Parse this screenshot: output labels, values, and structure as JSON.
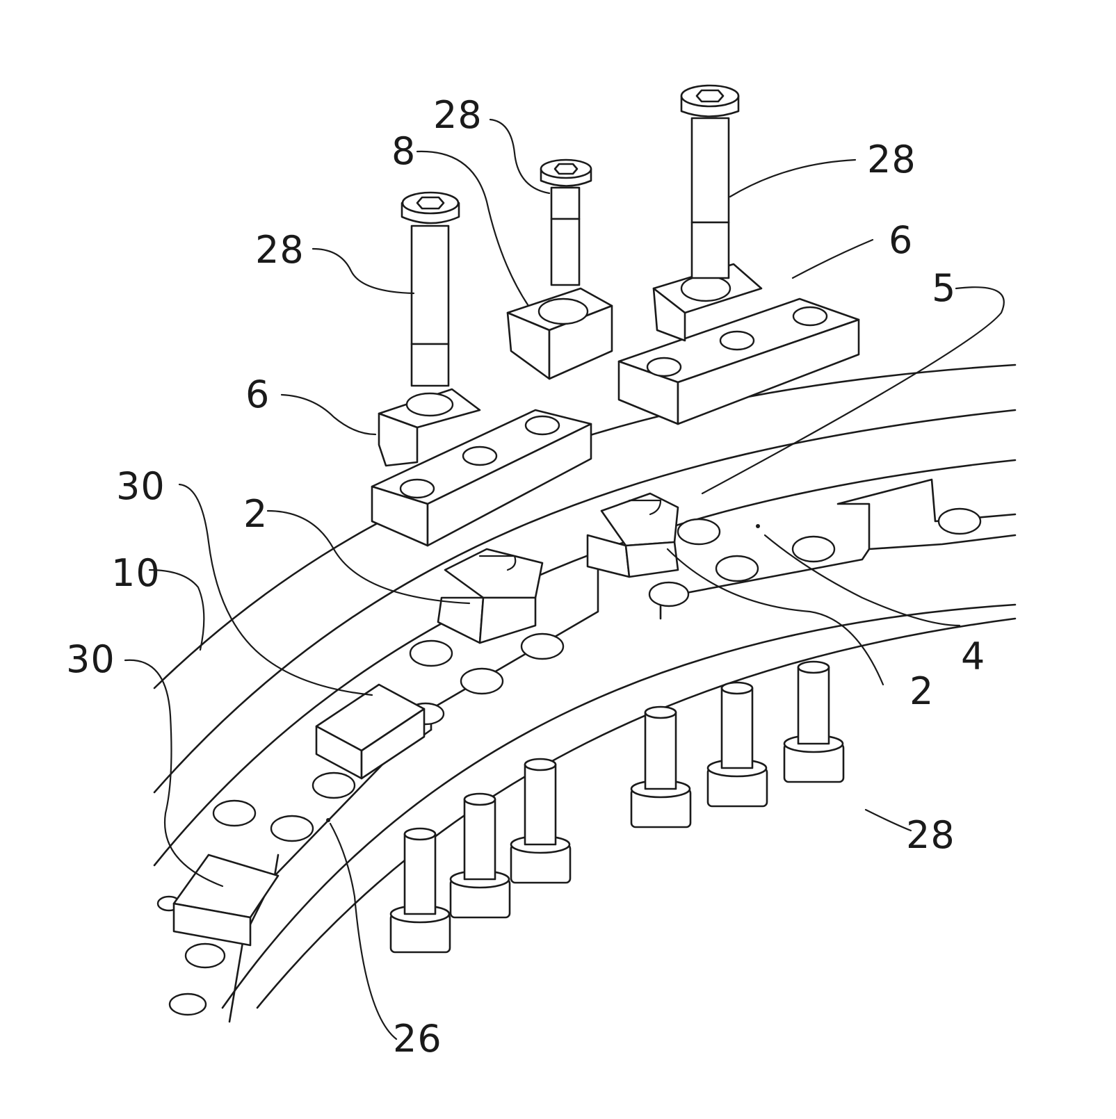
{
  "labels": {
    "l28_top": "28",
    "l28_upper_right": "28",
    "l28_left": "28",
    "l28_lower_right": "28",
    "l8": "8",
    "l6_left": "6",
    "l6_right": "6",
    "l5": "5",
    "l30_upper": "30",
    "l30_lower": "30",
    "l2_left": "2",
    "l2_right": "2",
    "l10": "10",
    "l4": "4",
    "l26": "26"
  },
  "colors": {
    "line": "#1a1a1a",
    "background": "#ffffff"
  }
}
